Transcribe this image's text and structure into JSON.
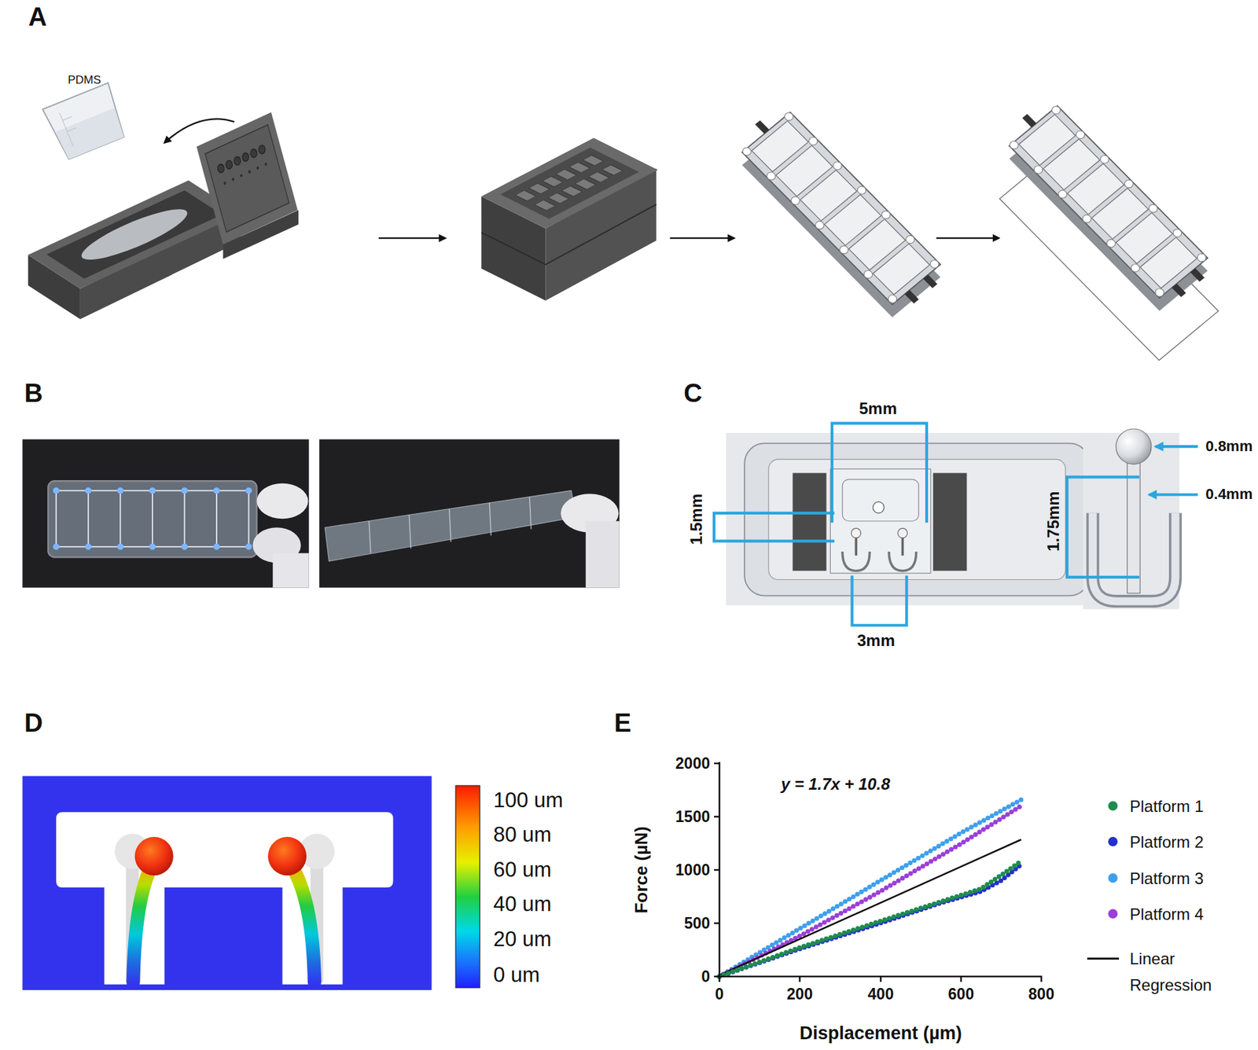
{
  "diagram": {
    "labels": [
      "A",
      "PDMS",
      "B",
      "C",
      "5mm",
      "1.5mm",
      "3mm",
      "0.8mm",
      "0.4mm",
      "1.75mm",
      "D",
      "100 um",
      "80 um",
      "60 um",
      "40 um",
      "20 um",
      "0 um",
      "E",
      "y = 1.7x + 10.8",
      "2000",
      "1500",
      "1000",
      "500",
      "0",
      "0",
      "200",
      "400",
      "600",
      "800",
      "Force (µN)",
      "Displacement (µm)"
    ],
    "legend": [
      {
        "text": "Platform 1",
        "color": "#1e8c4e"
      },
      {
        "text": "Platform 2",
        "color": "#2430c8"
      },
      {
        "text": "Platform 3",
        "color": "#3ea0ec"
      },
      {
        "text": "Platform 4",
        "color": "#9b3fd8"
      },
      {
        "text": "Linear Regression"
      }
    ]
  }
}
